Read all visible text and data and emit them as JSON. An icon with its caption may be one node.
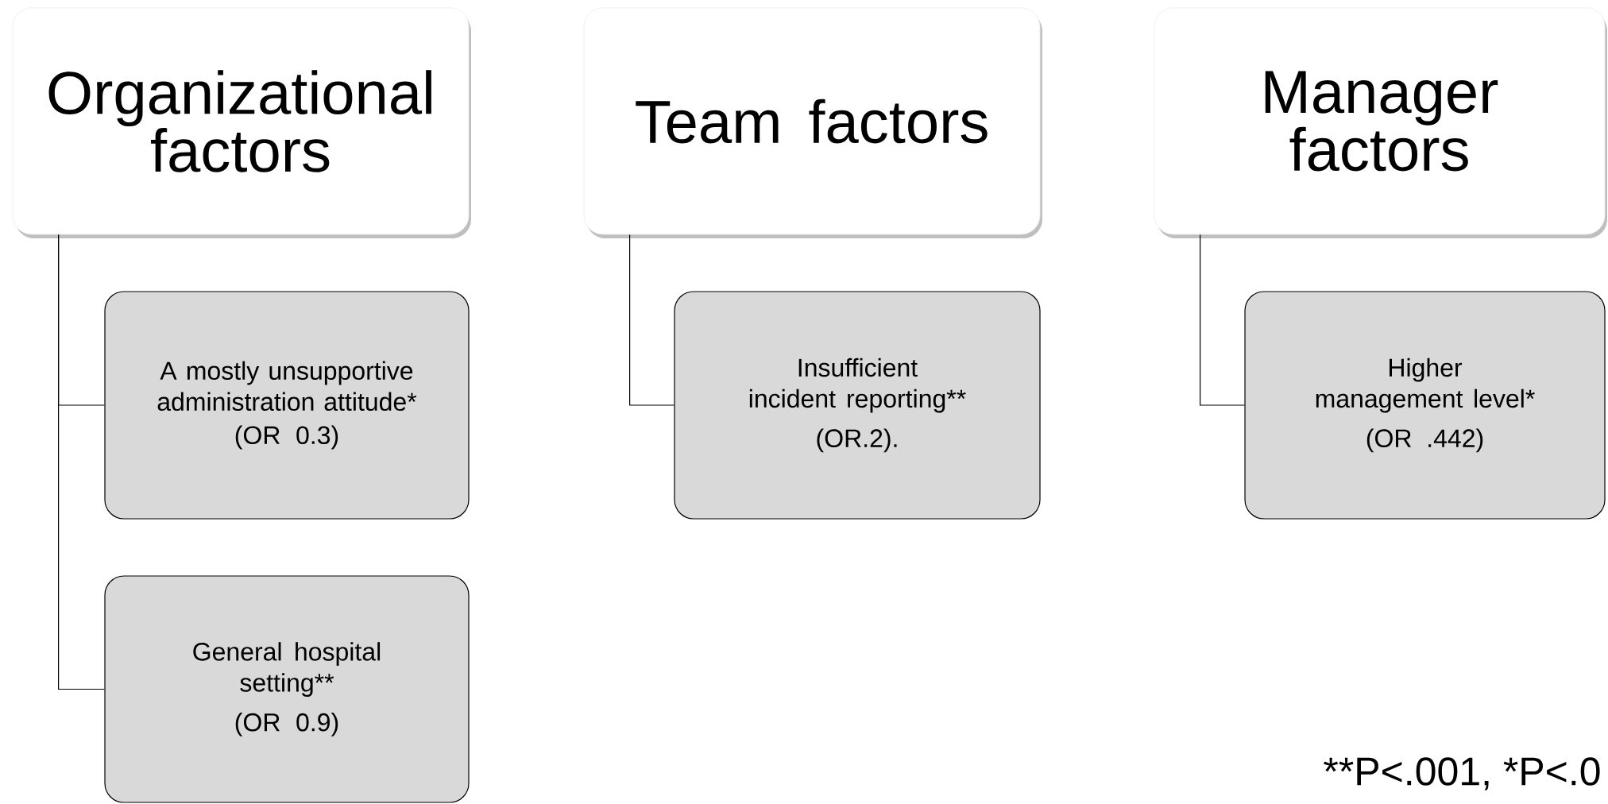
{
  "diagram": {
    "nodes": [
      {
        "text": [
          "Organizational factors"
        ]
      },
      {
        "text": [
          "A mostly unsupportive administration attitude*",
          "(OR 0.3)"
        ]
      },
      {
        "text": [
          "General hospital setting**",
          "(OR 0.9)"
        ]
      },
      {
        "text": [
          "Team factors"
        ]
      },
      {
        "text": [
          "Insufficient incident reporting**",
          "(OR.2)."
        ]
      },
      {
        "text": [
          "Manager factors"
        ]
      },
      {
        "text": [
          "Higher management level*",
          "(OR .442)"
        ]
      }
    ],
    "edges": [
      {
        "from": 0,
        "to": 1,
        "arrow": "none"
      },
      {
        "from": 0,
        "to": 2,
        "arrow": "none"
      },
      {
        "from": 3,
        "to": 4,
        "arrow": "none"
      },
      {
        "from": 5,
        "to": 6,
        "arrow": "none"
      }
    ],
    "labels": [
      "**P<.001, *P<.0"
    ]
  }
}
